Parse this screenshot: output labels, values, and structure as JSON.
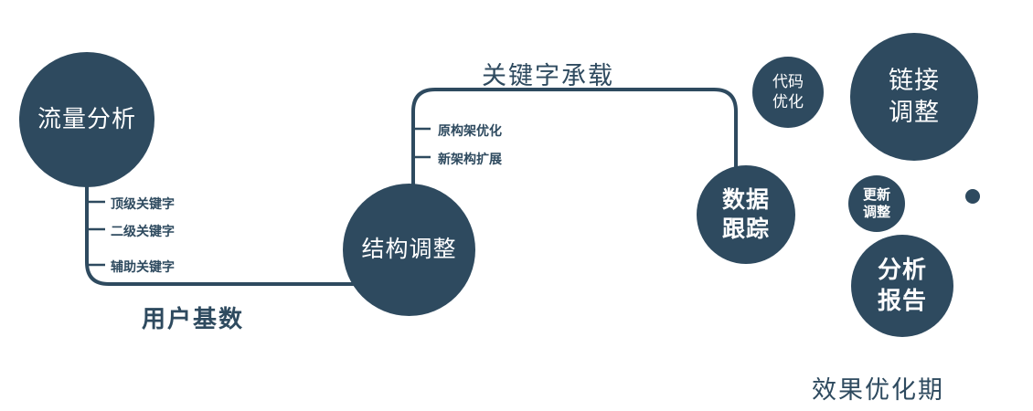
{
  "diagram": {
    "accent_color": "#2e4a5f",
    "background_color": "#ffffff",
    "nodes": {
      "traffic": {
        "label": "流量分析"
      },
      "structure": {
        "label": "结构调整"
      },
      "data_tracking": {
        "lines": [
          "数据",
          "跟踪"
        ]
      },
      "code_optimization": {
        "lines": [
          "代码",
          "优化"
        ]
      },
      "link_adjustment": {
        "lines": [
          "链接",
          "调整"
        ]
      },
      "update_adjustment": {
        "lines": [
          "更新",
          "调整"
        ]
      },
      "analysis_report": {
        "lines": [
          "分析",
          "报告"
        ]
      }
    },
    "edge_labels": {
      "keyword_bearing": "关键字承载",
      "user_base": "用户基数"
    },
    "branches": {
      "traffic_keywords": [
        "顶级关键字",
        "二级关键字",
        "辅助关键字"
      ],
      "structure_items": [
        "原构架优化",
        "新架构扩展"
      ]
    },
    "footer_label": "效果优化期"
  }
}
